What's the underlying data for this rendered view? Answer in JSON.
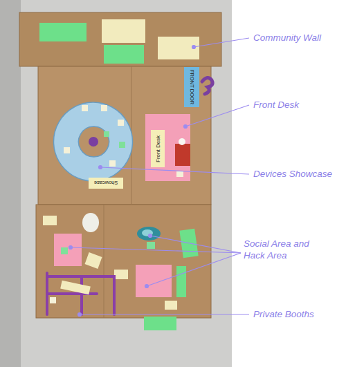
{
  "diagram": {
    "nodes": [
      {
        "text": [
          "FRONT DOOR"
        ]
      },
      {
        "text": [
          "Front Desk"
        ]
      },
      {
        "text": [
          "Showcase"
        ]
      }
    ],
    "labels": [
      "Community Wall",
      "Front Desk",
      "Devices Showcase",
      "Social Area and Hack Area",
      "Private Booths"
    ]
  }
}
